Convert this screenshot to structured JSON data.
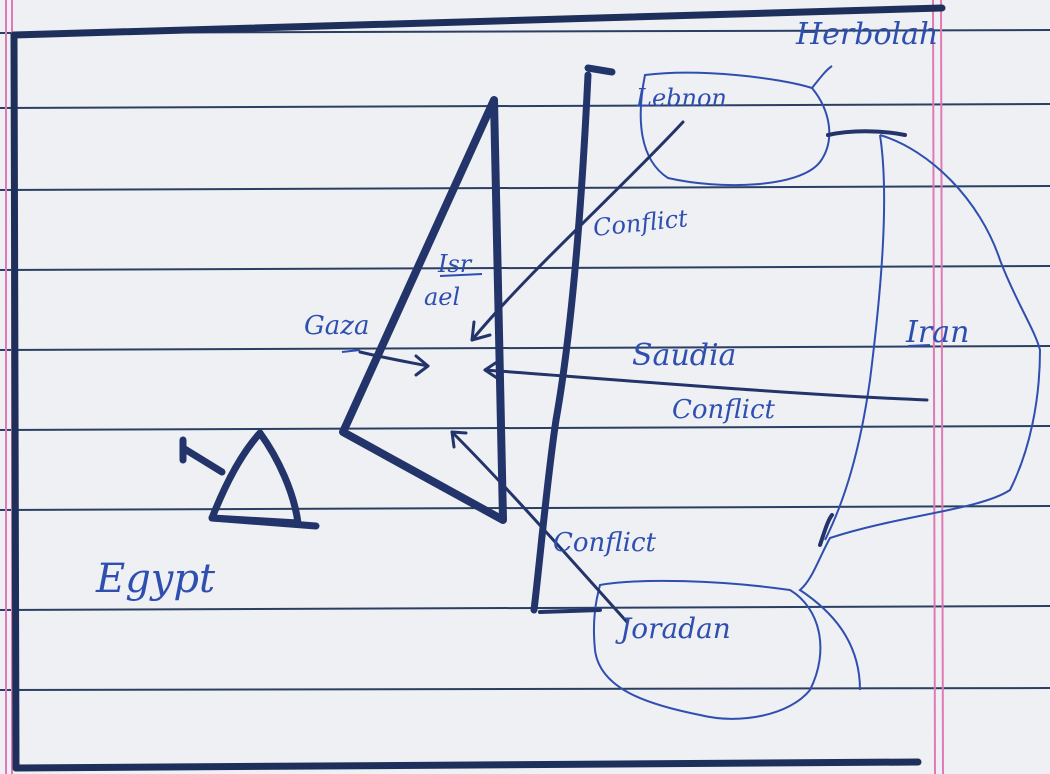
{
  "labels": {
    "herbolah": "Herbolah",
    "lebnon": "Lebnon",
    "conflict_lebnon": "Conflict",
    "israel_line1": "Isr",
    "israel_line2": "ael",
    "gaza": "Gaza",
    "saudia": "Saudia",
    "conflict_saudia": "Conflict",
    "iran": "Iran",
    "conflict_jordan": "Conflict",
    "jordan": "Joradan",
    "egypt": "Egypt"
  },
  "colors": {
    "paper": "#eef0f3",
    "rule_line": "#2b3f63",
    "margin_line": "#e07ab6",
    "border_marker": "#1f2f5c",
    "blue_pen": "#2f4fb0"
  }
}
